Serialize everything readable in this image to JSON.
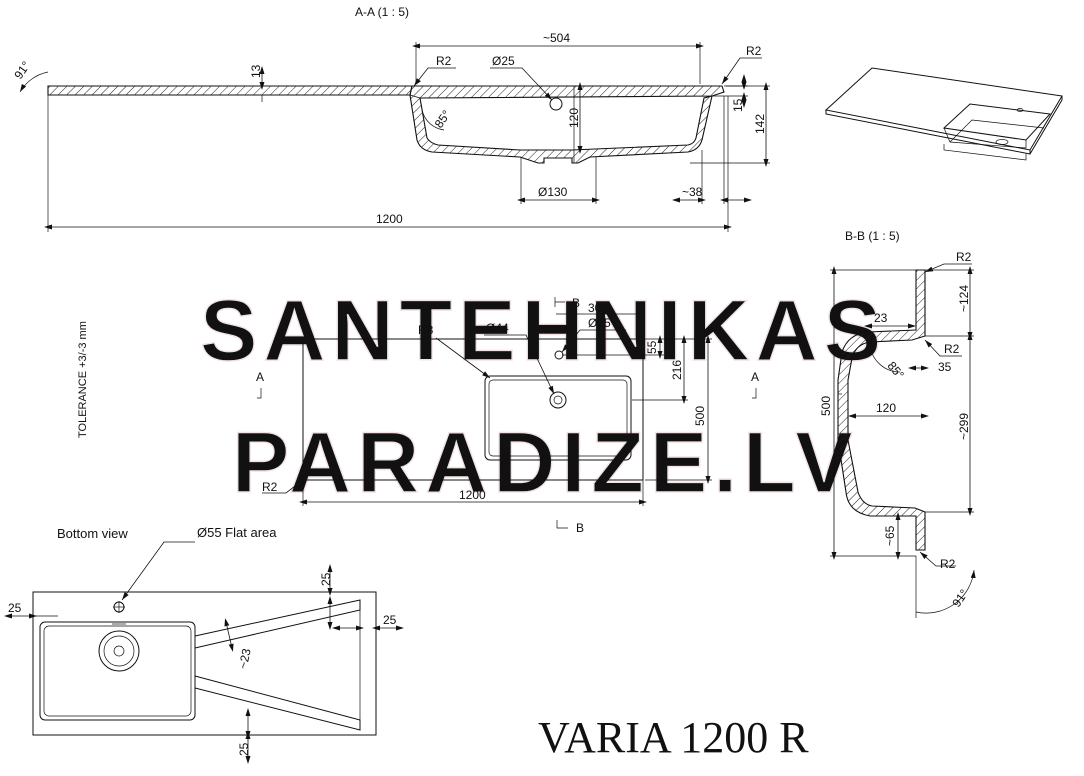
{
  "watermark": {
    "line1": "SANTEHNIKAS",
    "line2": "PARADIZE.LV"
  },
  "section_aa": {
    "title": "A-A  (1 : 5)",
    "dims": {
      "width_504": "~504",
      "angle_91": "91°",
      "r2_left": "R2",
      "thickness_13": "13",
      "hole_25": "Ø25",
      "r2_right": "R2",
      "depth_15": "15",
      "depth_142": "142",
      "angle_85": "85°",
      "depth_120": "120",
      "drain_130": "Ø130",
      "edge_38": "~38",
      "total_1200": "1200"
    }
  },
  "plan_view": {
    "tolerance": "TOLERANCE +3/-3 mm",
    "dims": {
      "b_marker": "B",
      "dim_300": "300",
      "hole_35": "Ø35",
      "r8": "R8",
      "hole_44": "Ø44",
      "dim_55": "55",
      "dim_216": "216",
      "dim_500": "500",
      "r2": "R2",
      "dim_1200": "1200",
      "a_left": "A",
      "a_right": "A",
      "b_bottom": "B"
    }
  },
  "section_bb": {
    "title": "B-B  (1 : 5)",
    "dims": {
      "r2_top": "R2",
      "dim_124": "~124",
      "dim_23": "23",
      "r2_mid": "R2",
      "angle_85": "85°",
      "dim_35": "35",
      "dim_500": "500",
      "dim_120": "120",
      "dim_299": "~299",
      "dim_65": "~65",
      "r2_bottom": "R2",
      "angle_91": "91°"
    }
  },
  "bottom_view": {
    "title": "Bottom view",
    "flat_area": "Ø55 Flat area",
    "dims": {
      "d25_left": "25",
      "d25_top": "25",
      "d25_right": "25",
      "d23": "~23",
      "d25_bottom": "25"
    }
  },
  "product_title": "VARIA 1200 R"
}
